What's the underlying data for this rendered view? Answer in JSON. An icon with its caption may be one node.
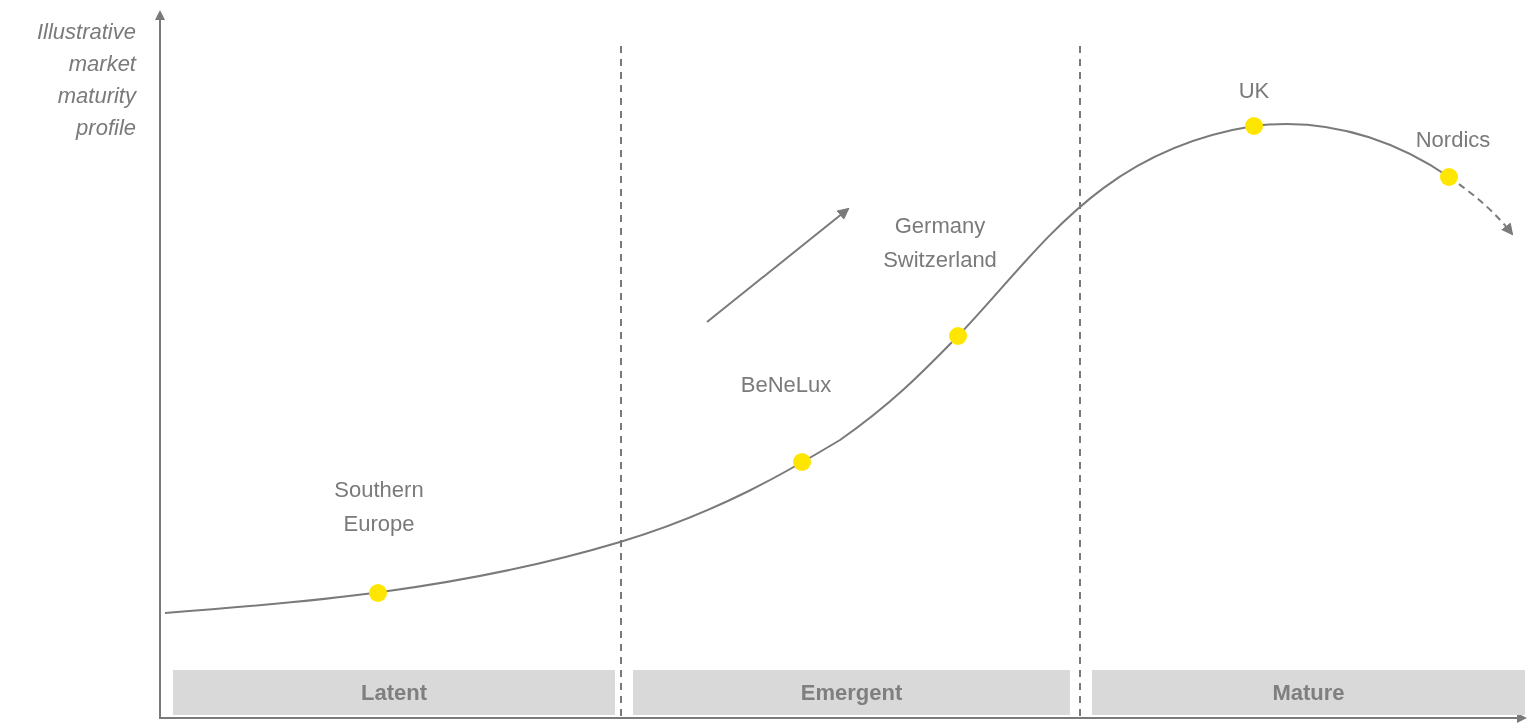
{
  "diagram": {
    "nodes": [
      {
        "text": [
          "Latent"
        ]
      },
      {
        "text": [
          "Emergent"
        ]
      },
      {
        "text": [
          "Mature"
        ]
      }
    ],
    "edges": [],
    "labels": [
      "Illustrative market maturity profile",
      "UK",
      "Nordics",
      "Germany Switzerland",
      "BeNeLux",
      "Southern Europe"
    ]
  }
}
